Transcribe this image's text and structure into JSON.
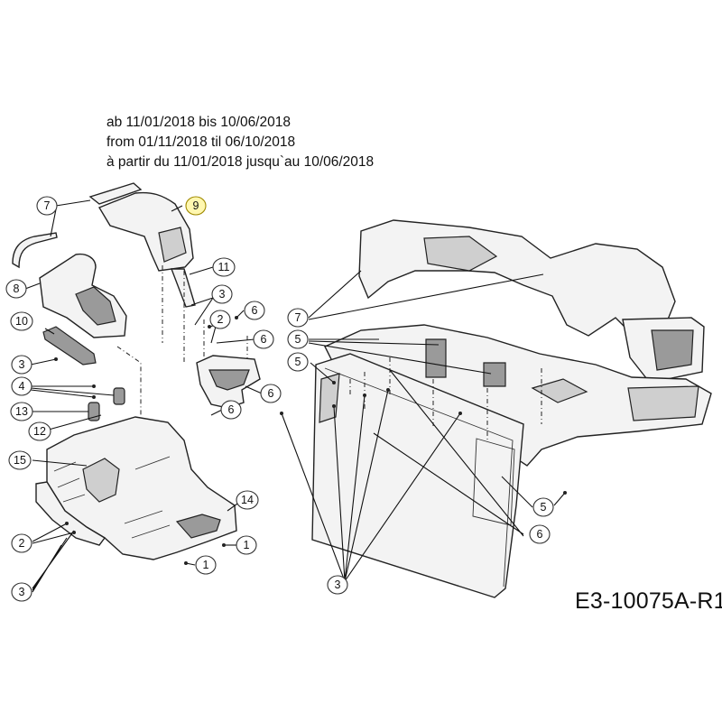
{
  "captions": {
    "de": "ab 11/01/2018 bis 10/06/2018",
    "en": "from 01/11/2018 til 06/10/2018",
    "fr": "à partir du 11/01/2018 jusqu`au 10/06/2018"
  },
  "document_number": "E3-10075A-R1",
  "callouts": {
    "c7a": "7",
    "c9": "9",
    "c8": "8",
    "c11": "11",
    "c3a": "3",
    "c2a": "2",
    "c6a": "6",
    "c6b": "6",
    "c10": "10",
    "c3b": "3",
    "c4": "4",
    "c13": "13",
    "c12": "12",
    "c6c": "6",
    "c6d": "6",
    "c15": "15",
    "c14": "14",
    "c2b": "2",
    "c3c": "3",
    "c1a": "1",
    "c1b": "1",
    "c7b": "7",
    "c5a": "5",
    "c5b": "5",
    "c3d": "3",
    "c5c": "5",
    "c6e": "6"
  },
  "colors": {
    "highlight": "#fff7b0",
    "line": "#222222"
  }
}
